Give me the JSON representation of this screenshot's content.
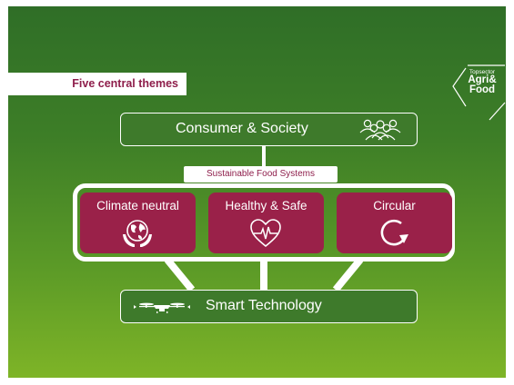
{
  "slide": {
    "title": "Five central themes",
    "logo": {
      "small_text": "Topsector",
      "line1": "Agri&",
      "line2": "Food"
    },
    "top_band": {
      "label": "Consumer & Society",
      "icon": "people-group-icon"
    },
    "middle_label": "Sustainable Food Systems",
    "themes": [
      {
        "label": "Climate neutral",
        "icon": "globe-in-hands-icon"
      },
      {
        "label": "Healthy & Safe",
        "icon": "heart-pulse-icon"
      },
      {
        "label": "Circular",
        "icon": "circular-arrow-icon"
      }
    ],
    "bottom_band": {
      "label": "Smart Technology",
      "icon": "drone-icon"
    },
    "colors": {
      "background_top": "#2f6e27",
      "background_bottom": "#7eb427",
      "theme_box": "#9a2149",
      "title_text": "#8e1e4b",
      "band_fill": "#3e7a2b"
    }
  }
}
